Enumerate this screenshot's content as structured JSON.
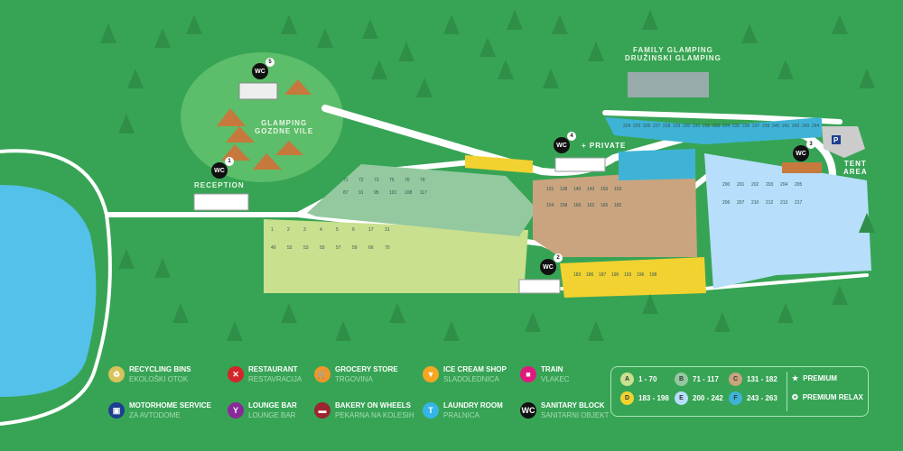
{
  "map": {
    "labels": {
      "glamping": [
        "GLAMPING",
        "GOZDNE VILE"
      ],
      "family_glamping": [
        "FAMILY GLAMPING",
        "DRUŽINSKI GLAMPING"
      ],
      "reception": "RECEPTION",
      "private": "+ PRIVATE",
      "tent_area": [
        "TENT",
        "AREA"
      ]
    },
    "wc_blocks": [
      {
        "label": "WC",
        "number": "1"
      },
      {
        "label": "WC",
        "number": "2"
      },
      {
        "label": "WC",
        "number": "3"
      },
      {
        "label": "WC",
        "number": "4"
      },
      {
        "label": "WC",
        "number": "5"
      }
    ],
    "parking": "P",
    "plots": {
      "A": [
        "1",
        "2",
        "3",
        "4",
        "5",
        "6",
        "17",
        "31",
        "40",
        "52",
        "53",
        "55",
        "57",
        "59",
        "66",
        "70"
      ],
      "B": [
        "71",
        "72",
        "73",
        "75",
        "76",
        "79",
        "87",
        "91",
        "95",
        "101",
        "108",
        "117"
      ],
      "C": [
        "131",
        "138",
        "140",
        "143",
        "150",
        "153",
        "154",
        "158",
        "160",
        "162",
        "165",
        "182"
      ],
      "D": [
        "183",
        "186",
        "187",
        "190",
        "193",
        "196",
        "198"
      ],
      "E": [
        "200",
        "201",
        "202",
        "203",
        "204",
        "205",
        "206",
        "207",
        "210",
        "212",
        "213",
        "217"
      ],
      "F": [
        "224",
        "225",
        "226",
        "227",
        "228",
        "229",
        "230",
        "231",
        "232",
        "233",
        "234",
        "235",
        "236",
        "237",
        "239",
        "240",
        "241",
        "242",
        "243",
        "244"
      ]
    }
  },
  "legend": {
    "items": [
      {
        "icon": "recycling-icon",
        "color": "#d8c25a",
        "en": "RECYCLING BINS",
        "si": "EKOLOŠKI OTOK",
        "glyph": "♻"
      },
      {
        "icon": "restaurant-icon",
        "color": "#d2262b",
        "en": "RESTAURANT",
        "si": "RESTAVRACIJA",
        "glyph": "✕"
      },
      {
        "icon": "grocery-cart-icon",
        "color": "#f0962b",
        "en": "GROCERY STORE",
        "si": "TRGOVINA",
        "glyph": "🛒"
      },
      {
        "icon": "ice-cream-icon",
        "color": "#f5a623",
        "en": "ICE CREAM SHOP",
        "si": "SLADOLEDNICA",
        "glyph": "▼"
      },
      {
        "icon": "train-icon",
        "color": "#e0197e",
        "en": "TRAIN",
        "si": "VLAKEC",
        "glyph": "■"
      },
      {
        "icon": "motorhome-service-icon",
        "color": "#1d3f8f",
        "en": "MOTORHOME SERVICE",
        "si": "ZA AVTODOME",
        "glyph": "▣"
      },
      {
        "icon": "cocktail-icon",
        "color": "#8a2a9a",
        "en": "LOUNGE BAR",
        "si": "LOUNGE BAR",
        "glyph": "Y"
      },
      {
        "icon": "bakery-wagon-icon",
        "color": "#9b2530",
        "en": "BAKERY ON WHEELS",
        "si": "PEKARNA NA KOLESIH",
        "glyph": "▬"
      },
      {
        "icon": "laundry-shirt-icon",
        "color": "#36b5e8",
        "en": "LAUNDRY ROOM",
        "si": "PRALNICA",
        "glyph": "T"
      },
      {
        "icon": "wc-icon",
        "color": "#111111",
        "en": "SANITARY BLOCK",
        "si": "SANITARNI OBJEKT",
        "glyph": "WC"
      }
    ],
    "zones": [
      {
        "letter": "A",
        "range": "1 - 70",
        "color": "#c9e08e"
      },
      {
        "letter": "B",
        "range": "71 - 117",
        "color": "#94c9a0"
      },
      {
        "letter": "C",
        "range": "131 - 182",
        "color": "#c9a47e"
      },
      {
        "letter": "D",
        "range": "183 - 198",
        "color": "#f2d230"
      },
      {
        "letter": "E",
        "range": "200 - 242",
        "color": "#b7defa"
      },
      {
        "letter": "F",
        "range": "243 - 263",
        "color": "#3fb3d6"
      }
    ],
    "premium": [
      {
        "icon": "star-icon",
        "glyph": "★",
        "label": "PREMIUM"
      },
      {
        "icon": "premium-relax-icon",
        "glyph": "✪",
        "label": "PREMIUM RELAX"
      }
    ]
  }
}
